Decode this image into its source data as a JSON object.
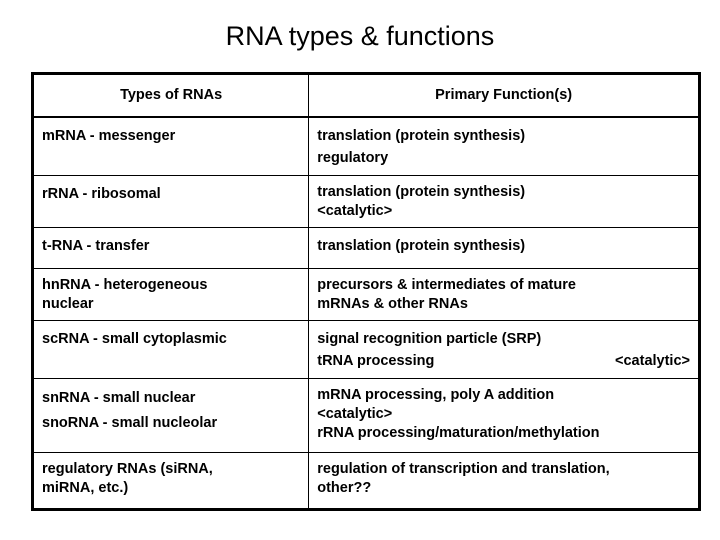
{
  "slide": {
    "title": "RNA types & functions",
    "background_color": "#ffffff",
    "text_color": "#000000",
    "border_color": "#000000"
  },
  "table": {
    "headers": {
      "type_column": "Types of RNAs",
      "function_column": "Primary Function(s)"
    },
    "rows": [
      {
        "type_lines": [
          "mRNA - messenger"
        ],
        "function_lines": [
          "translation (protein synthesis)",
          "regulatory"
        ]
      },
      {
        "type_lines": [
          "rRNA - ribosomal"
        ],
        "function_lines": [
          "translation (protein synthesis)",
          "<catalytic>"
        ]
      },
      {
        "type_lines": [
          "t-RNA - transfer"
        ],
        "function_lines": [
          "translation (protein synthesis)"
        ]
      },
      {
        "type_lines": [
          "hnRNA - heterogeneous",
          "nuclear"
        ],
        "function_lines": [
          "precursors & intermediates of mature",
          "mRNAs & other RNAs"
        ]
      },
      {
        "type_lines": [
          "scRNA - small cytoplasmic"
        ],
        "function_lines": [
          "signal recognition particle (SRP)",
          "tRNA processing"
        ],
        "function_line2_right": "<catalytic>"
      },
      {
        "type_lines": [
          "snRNA - small nuclear",
          "snoRNA - small nucleolar"
        ],
        "function_lines": [
          "mRNA processing, poly A addition",
          "<catalytic>",
          "rRNA processing/maturation/methylation"
        ]
      },
      {
        "type_lines": [
          "regulatory RNAs (siRNA,",
          "miRNA, etc.)"
        ],
        "function_lines": [
          "regulation of transcription and translation,",
          "other??"
        ]
      }
    ]
  }
}
